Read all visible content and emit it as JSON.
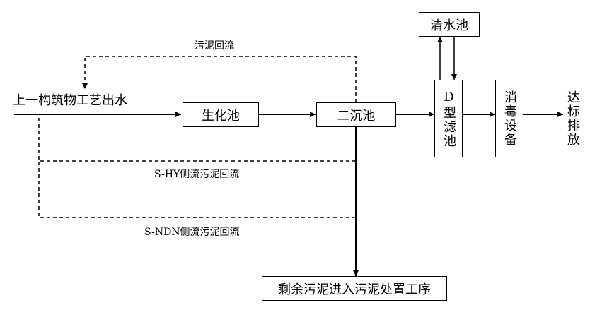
{
  "nodes": {
    "source": "上一构筑物工艺出水",
    "bio_pool": "生化池",
    "secondary_clarifier": "二沉池",
    "clear_water_pool": "清水池",
    "d_filter": "D型滤池",
    "disinfection": "消毒设备",
    "discharge": "达标排放",
    "sludge_disposal": "剩余污泥进入污泥处置工序"
  },
  "edges": {
    "sludge_return": "污泥回流",
    "s_hy_return": "S-HY侧流污泥回流",
    "s_ndn_return": "S-NDN侧流污泥回流"
  },
  "colors": {
    "line": "#000000",
    "background": "#ffffff"
  }
}
